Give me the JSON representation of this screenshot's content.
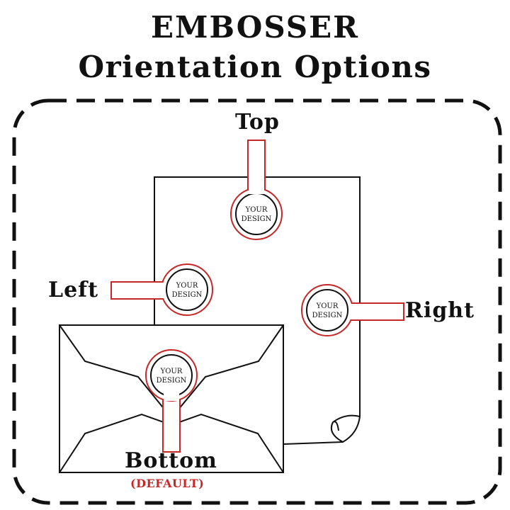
{
  "title": {
    "line1": "EMBOSSER",
    "line2": "Orientation Options"
  },
  "labels": {
    "top": "Top",
    "left": "Left",
    "right": "Right",
    "bottom": "Bottom",
    "default": "(DEFAULT)"
  },
  "seal": {
    "line1": "YOUR",
    "line2": "DESIGN"
  },
  "colors": {
    "accent_red": "#c62828",
    "ink": "#111111"
  }
}
